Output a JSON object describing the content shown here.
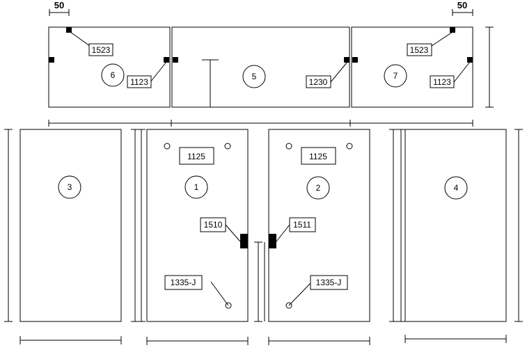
{
  "dimensions": {
    "left_offset": "50",
    "right_offset": "50"
  },
  "panels": {
    "p1": "1",
    "p2": "2",
    "p3": "3",
    "p4": "4",
    "p5": "5",
    "p6": "6",
    "p7": "7"
  },
  "tags": {
    "p6_top": "1523",
    "p6_right": "1123",
    "p5_right": "1230",
    "p7_top": "1523",
    "p7_right": "1123",
    "p1_top": "1125",
    "p2_top": "1125",
    "p1_handle": "1510",
    "p2_handle": "1511",
    "p1_bottom": "1335-J",
    "p2_bottom": "1335-J"
  }
}
